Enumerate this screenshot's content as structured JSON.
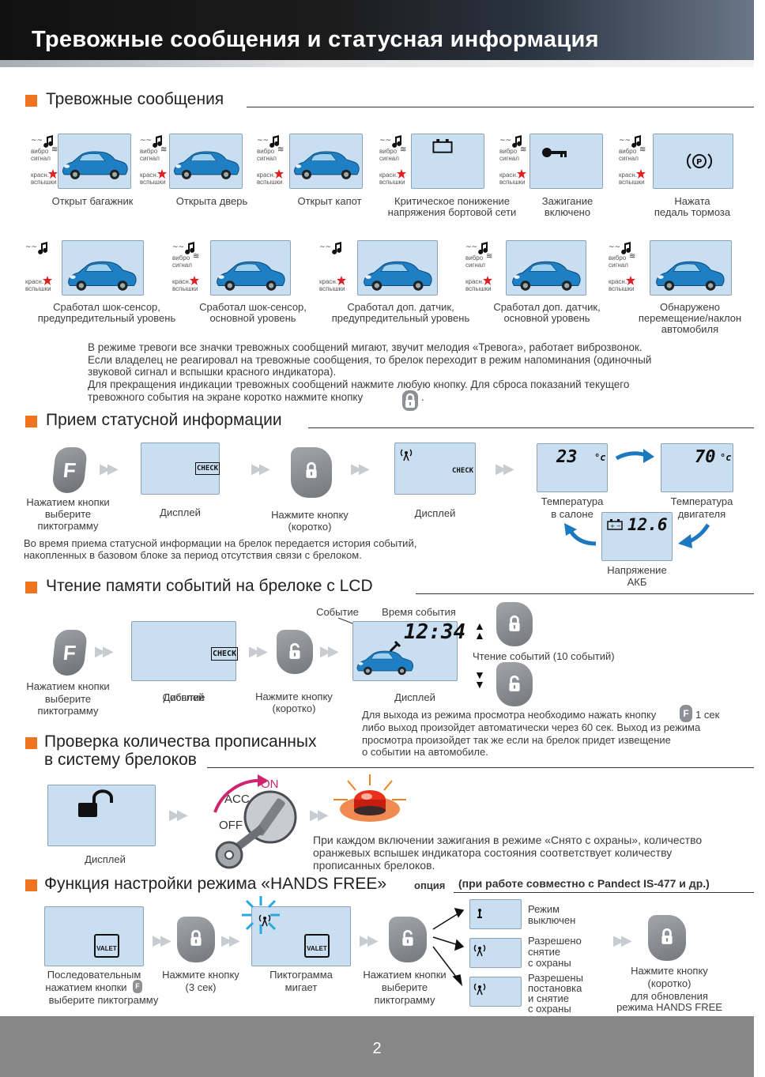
{
  "header": {
    "title": "Тревожные сообщения и статусная информация"
  },
  "sections": {
    "alarm": "Тревожные сообщения",
    "status": "Прием статусной информации",
    "memory": "Чтение памяти событий на брелоке с LCD",
    "count_line1": "Проверка количества прописанных",
    "count_line2": "в систему брелоков",
    "handsfree": "Функция настройки режима «HANDS FREE»",
    "handsfree_opt": "опция",
    "handsfree_note": "(при работе совместно с Pandect IS-477 и др.)"
  },
  "mini": {
    "vibro": "вибро",
    "signal": "сигнал",
    "krasn": "красн.",
    "vspyshki": "вспышки"
  },
  "alarms_row1": [
    {
      "l1": "Открыт багажник",
      "l2": ""
    },
    {
      "l1": "Открыта дверь",
      "l2": ""
    },
    {
      "l1": "Открыт капот",
      "l2": ""
    },
    {
      "l1": "Критическое понижение",
      "l2": "напряжения бортовой сети"
    },
    {
      "l1": "Зажигание",
      "l2": "включено"
    },
    {
      "l1": "Нажата",
      "l2": "педаль тормоза"
    }
  ],
  "alarms_row2": [
    {
      "l1": "Сработал шок-сенсор,",
      "l2": "предупредительный уровень",
      "l3": ""
    },
    {
      "l1": "Сработал шок-сенсор,",
      "l2": "основной уровень",
      "l3": ""
    },
    {
      "l1": "Сработал доп. датчик,",
      "l2": "предупредительный уровень",
      "l3": ""
    },
    {
      "l1": "Сработал доп. датчик,",
      "l2": "основной уровень",
      "l3": ""
    },
    {
      "l1": "Обнаружено",
      "l2": "перемещение/наклон",
      "l3": "автомобиля"
    }
  ],
  "alarm_text": [
    "В режиме тревоги все значки тревожных сообщений мигают, звучит мелодия «Тревога», работает виброзвонок.",
    "Если владелец не реагировал на тревожные сообщения, то брелок переходит в режим напоминания (одиночный",
    "звуковой сигнал и вспышки красного индикатора).",
    "Для прекращения индикации тревожных сообщений нажмите любую кнопку. Для сброса показаний текущего",
    "тревожного события на экране коротко нажмите кнопку"
  ],
  "status": {
    "step1": [
      "Нажатием кнопки",
      "выберите",
      "пиктограмму"
    ],
    "display": "Дисплей",
    "press_short": [
      "Нажмите кнопку",
      "(коротко)"
    ],
    "check": "CHECK",
    "temp_cabin": [
      "Температура",
      "в салоне"
    ],
    "temp_engine": [
      "Температура",
      "двигателя"
    ],
    "voltage": [
      "Напряжение",
      "АКБ"
    ],
    "lcd_cabin": "23",
    "lcd_engine": "70",
    "lcd_volt": "12.6",
    "note": [
      "Во время приема статусной информации на брелок передается история событий,",
      "накопленных в базовом блоке за период отсутствия связи с брелоком."
    ]
  },
  "memory": {
    "event": "Событие",
    "event_time": "Время события",
    "lcd_time": "12:34",
    "read_events": "Чтение событий (10 событий)",
    "exit_text": [
      "Для выхода из режима просмотра необходимо нажать кнопку",
      "1 сек",
      "либо выход произойдет автоматически через 60 сек. Выход из режима",
      "просмотра произойдет так же если на брелок придет извещение",
      "о событии на автомобиле."
    ]
  },
  "count": {
    "display": "Дисплей",
    "acc": "ACC",
    "on": "ON",
    "off": "OFF",
    "text": [
      "При каждом включении зажигания в режиме «Снято с охраны», количество",
      "оранжевых вспышек индикатора состояния соответствует количеству",
      "прописанных брелоков."
    ]
  },
  "handsfree": {
    "valet": "VALET",
    "step1": [
      "Последовательным",
      "нажатием кнопки",
      "выберите пиктограмму"
    ],
    "press3": [
      "Нажмите кнопку",
      "(3 сек)"
    ],
    "blink": [
      "Пиктограмма",
      "мигает"
    ],
    "choose": [
      "Нажатием кнопки",
      "выберите",
      "пиктограмму"
    ],
    "opt1": [
      "Режим",
      "выключен"
    ],
    "opt2": [
      "Разрешено",
      "снятие",
      "с охраны"
    ],
    "opt3": [
      "Разрешены",
      "постановка",
      "и снятие",
      "с охраны"
    ],
    "final": [
      "Нажмите кнопку",
      "(коротко)",
      "для обновления",
      "режима HANDS FREE"
    ]
  },
  "footer": {
    "page": "2"
  },
  "colors": {
    "accent": "#f0741d",
    "lcd": "#c9def0",
    "car": "#1f7fc4",
    "arrow": "#1c79c0"
  }
}
